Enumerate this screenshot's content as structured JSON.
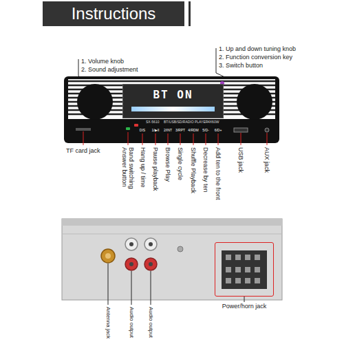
{
  "diagram": {
    "title": "Instructions",
    "nodes": [
      {
        "text": [
          "BT ON"
        ]
      },
      {
        "text": [
          "Power/horn jack"
        ]
      }
    ],
    "labels": [
      "1. Volume knob",
      "2. Sound adjustment",
      "1. Up and down tuning knob",
      "2. Function conversion key",
      "3. Switch button",
      "SX-5610",
      "BT/USB/SD/RADIO PLAYER",
      "4X60W",
      "DIS",
      "1/▶II",
      "2/INT",
      "3/RPT",
      "4/RDM",
      "5/D-",
      "6/D+",
      "TF card jack",
      "Answer button",
      "Band switching",
      "Hang up / time",
      "Pause playback",
      "Browse Play",
      "Single cycle",
      "Shuffle Playback",
      "Decrease by ten",
      "Add ten to the front",
      "USB jack",
      "AUX jack",
      "Antenna jack",
      "Audio output",
      "Audio output"
    ]
  }
}
